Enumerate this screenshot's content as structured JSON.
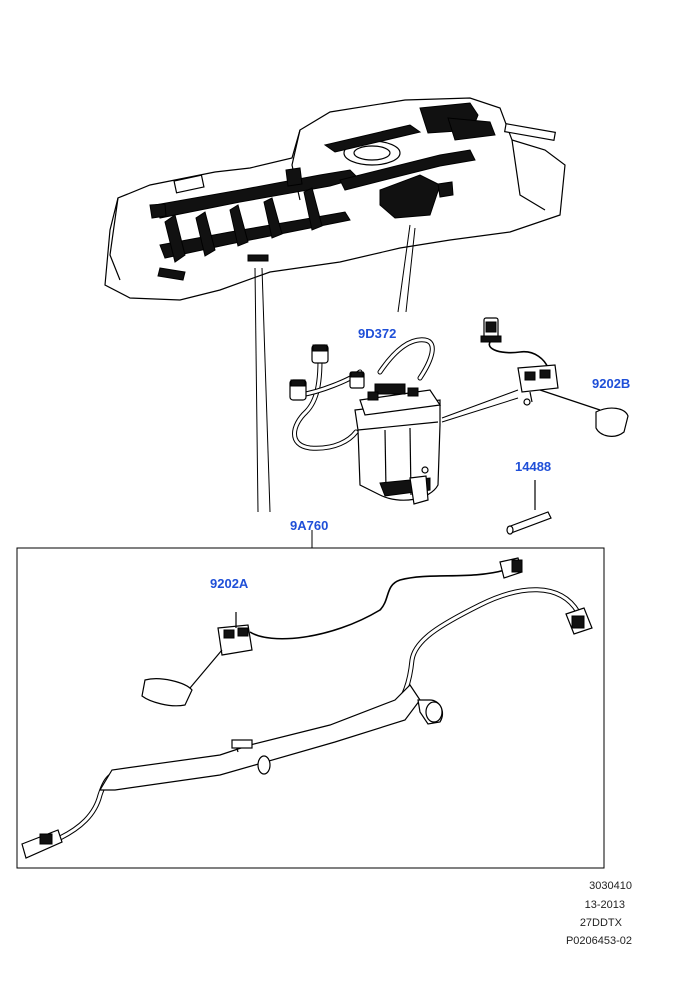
{
  "callouts": {
    "pump_module": "9D372",
    "sender_b": "9202B",
    "seal": "14488",
    "harness": "9A760",
    "sender_a": "9202A"
  },
  "reference": {
    "line1": "3030410",
    "line2": "13-2013",
    "line3": "27DDTX",
    "line4": "P0206453-02"
  },
  "colors": {
    "callout": "#1f4fd8",
    "outline": "#000000",
    "background": "#ffffff"
  }
}
